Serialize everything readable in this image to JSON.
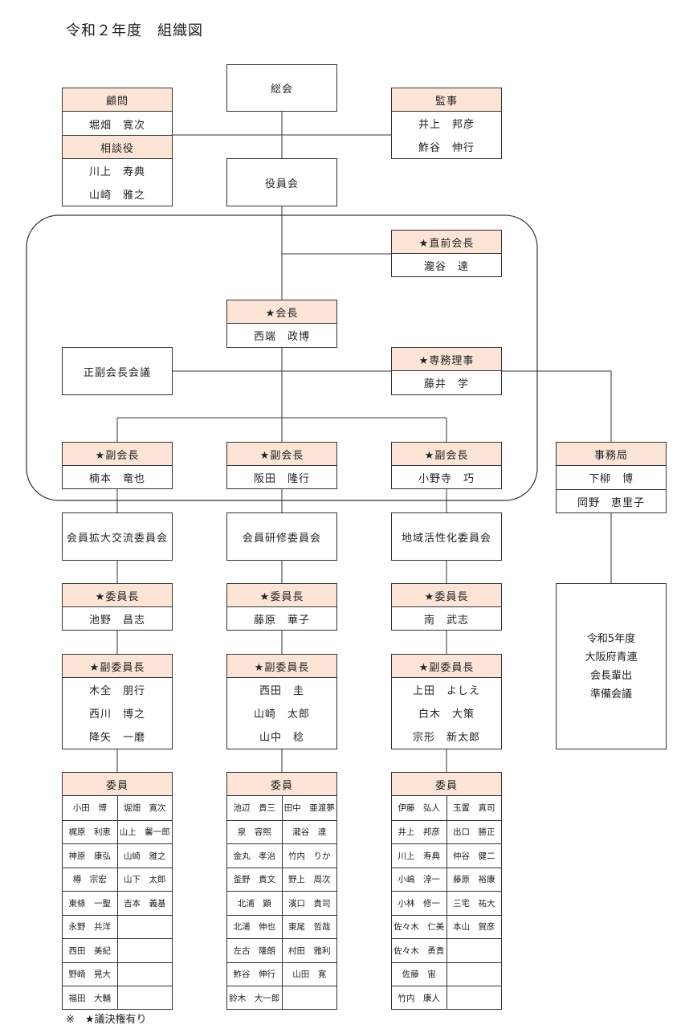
{
  "title": "令和２年度　組織図",
  "note": "※　★議決権有り",
  "top": {
    "sokai": "総会",
    "yakuinkai": "役員会",
    "komon": {
      "header": "顧問",
      "names": [
        "堀畑　寛次"
      ]
    },
    "sodan": {
      "header": "相談役",
      "names": [
        "川上　寿典",
        "山崎　雅之"
      ]
    },
    "kanji": {
      "header": "監事",
      "names": [
        "井上　邦彦",
        "鮓谷　伸行"
      ]
    }
  },
  "exec": {
    "past_president": {
      "header": "★直前会長",
      "name": "瀧谷　達"
    },
    "president": {
      "header": "★会長",
      "name": "西端　政博"
    },
    "vp_meeting": "正副会長会議",
    "managing_director": {
      "header": "★専務理事",
      "name": "藤井　学"
    },
    "vice_presidents": [
      {
        "header": "★副会長",
        "name": "楠本　竜也"
      },
      {
        "header": "★副会長",
        "name": "阪田　隆行"
      },
      {
        "header": "★副会長",
        "name": "小野寺　巧"
      }
    ]
  },
  "secretariat": {
    "header": "事務局",
    "names": [
      "下柳　博",
      "岡野　恵里子"
    ],
    "note": [
      "令和5年度",
      "大阪府青連",
      "会長輩出",
      "準備会議"
    ]
  },
  "committees": [
    {
      "name": "会員拡大交流委員会",
      "chair_header": "★委員長",
      "chair": "池野　昌志",
      "vice_header": "★副委員長",
      "vices": [
        "木全　朋行",
        "西川　博之",
        "降矢　一磨"
      ],
      "members_header": "委員",
      "members": [
        [
          "小田　博",
          "堀畑　寛次"
        ],
        [
          "梶原　利恵",
          "山上　馨一郎"
        ],
        [
          "神原　康弘",
          "山崎　雅之"
        ],
        [
          "樽　宗宏",
          "山下　太郎"
        ],
        [
          "東條　一聖",
          "吉本　義基"
        ],
        [
          "永野　共洋",
          ""
        ],
        [
          "西田　美紀",
          ""
        ],
        [
          "野崎　晃大",
          ""
        ],
        [
          "福田　大輔",
          ""
        ]
      ]
    },
    {
      "name": "会員研修委員会",
      "chair_header": "★委員長",
      "chair": "藤原　華子",
      "vice_header": "★副委員長",
      "vices": [
        "西田　圭",
        "山崎　太郎",
        "山中　稔"
      ],
      "members_header": "委員",
      "members": [
        [
          "池辺　貴三",
          "田中　亜渡夢"
        ],
        [
          "泉　容熙",
          "瀧谷　達"
        ],
        [
          "金丸　孝治",
          "竹内　りか"
        ],
        [
          "釜野　貴文",
          "野上　周次"
        ],
        [
          "北浦　顕",
          "濱口　貴司"
        ],
        [
          "北浦　伸也",
          "東尾　哲哉"
        ],
        [
          "左古　隆朗",
          "村田　雅利"
        ],
        [
          "鮓谷　伸行",
          "山田　寛"
        ],
        [
          "鈴木　大一郎",
          ""
        ]
      ]
    },
    {
      "name": "地域活性化委員会",
      "chair_header": "★委員長",
      "chair": "南　武志",
      "vice_header": "★副委員長",
      "vices": [
        "上田　よしえ",
        "白木　大策",
        "宗形　新太郎"
      ],
      "members_header": "委員",
      "members": [
        [
          "伊藤　弘人",
          "玉置　真司"
        ],
        [
          "井上　邦彦",
          "出口　勝正"
        ],
        [
          "川上　寿典",
          "仲谷　健二"
        ],
        [
          "小嶋　淳一",
          "藤原　裕康"
        ],
        [
          "小林　修一",
          "三宅　祐大"
        ],
        [
          "佐々木　仁美",
          "本山　賀彦"
        ],
        [
          "佐々木　勇貴",
          ""
        ],
        [
          "佐藤　宙",
          ""
        ],
        [
          "竹内　康人",
          ""
        ]
      ]
    }
  ]
}
